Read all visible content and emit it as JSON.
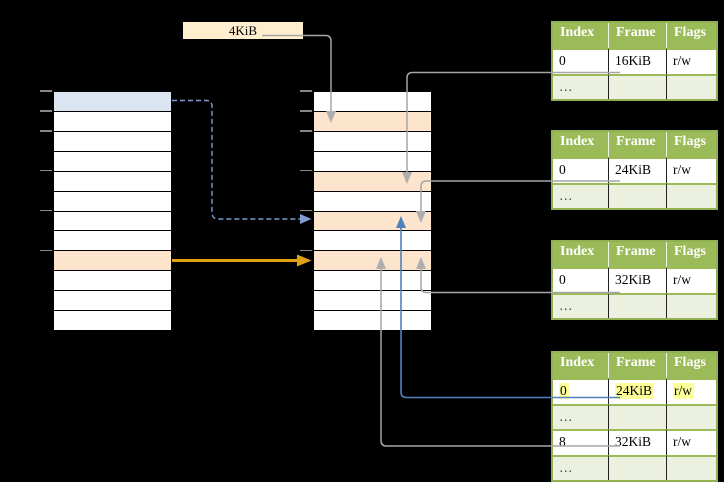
{
  "colors": {
    "peach": "#fde4cc",
    "blue_row": "#dbe5f1",
    "cream": "#ffeecd",
    "green_header": "#9bbb59",
    "green_light": "#ebf1de",
    "green_border": "#92b152",
    "yellow_highlight": "#ffff99",
    "gray_line": "#a6a6a6",
    "blue_line": "#4f81bd",
    "blue_dashed": "#7f9dd3",
    "orange_line": "#e0a010"
  },
  "size_label": "4KiB",
  "virtual_memory": {
    "name": "virtual-memory",
    "row_count": 12,
    "highlights": {
      "0": "blue",
      "8": "peach"
    }
  },
  "physical_memory": {
    "name": "physical-memory",
    "row_count": 12,
    "highlights": {
      "1": "peach",
      "4": "peach",
      "6": "peach",
      "8": "peach"
    }
  },
  "page_tables": [
    {
      "headers": [
        "Index",
        "Frame",
        "Flags"
      ],
      "rows": [
        {
          "cells": [
            "0",
            "16KiB",
            "r/w"
          ],
          "shaded": false,
          "highlighted": [
            false,
            false,
            false
          ]
        },
        {
          "cells": [
            "…",
            "",
            ""
          ],
          "shaded": true,
          "highlighted": [
            false,
            false,
            false
          ]
        }
      ]
    },
    {
      "headers": [
        "Index",
        "Frame",
        "Flags"
      ],
      "rows": [
        {
          "cells": [
            "0",
            "24KiB",
            "r/w"
          ],
          "shaded": false,
          "highlighted": [
            false,
            false,
            false
          ]
        },
        {
          "cells": [
            "…",
            "",
            ""
          ],
          "shaded": true,
          "highlighted": [
            false,
            false,
            false
          ]
        }
      ]
    },
    {
      "headers": [
        "Index",
        "Frame",
        "Flags"
      ],
      "rows": [
        {
          "cells": [
            "0",
            "32KiB",
            "r/w"
          ],
          "shaded": false,
          "highlighted": [
            false,
            false,
            false
          ]
        },
        {
          "cells": [
            "…",
            "",
            ""
          ],
          "shaded": true,
          "highlighted": [
            false,
            false,
            false
          ]
        }
      ]
    },
    {
      "headers": [
        "Index",
        "Frame",
        "Flags"
      ],
      "rows": [
        {
          "cells": [
            "0",
            "24KiB",
            "r/w"
          ],
          "shaded": false,
          "highlighted": [
            true,
            true,
            true
          ]
        },
        {
          "cells": [
            "…",
            "",
            ""
          ],
          "shaded": true,
          "highlighted": [
            false,
            false,
            false
          ]
        },
        {
          "cells": [
            "8",
            "32KiB",
            "r/w"
          ],
          "shaded": false,
          "highlighted": [
            false,
            false,
            false
          ]
        },
        {
          "cells": [
            "…",
            "",
            ""
          ],
          "shaded": true,
          "highlighted": [
            false,
            false,
            false
          ]
        }
      ]
    }
  ]
}
